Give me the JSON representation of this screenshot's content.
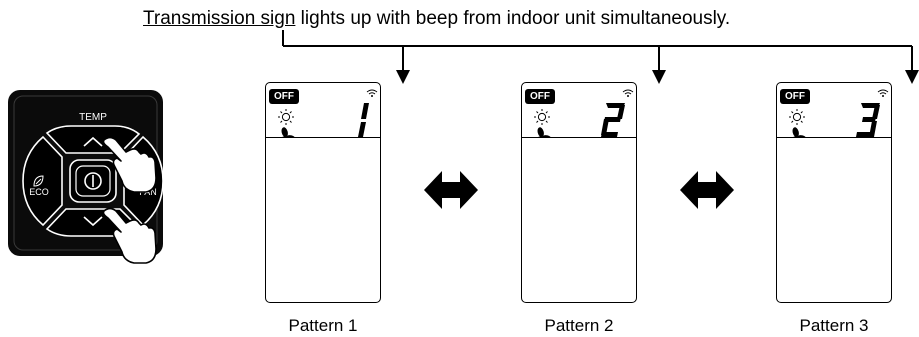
{
  "caption": {
    "emph": "Transmission sign",
    "rest": " lights up with beep from indoor unit simultaneously."
  },
  "remote": {
    "temp_label": "TEMP",
    "eco_label": "ECO",
    "fan_label": "FAN"
  },
  "off_label": "OFF",
  "patterns": [
    {
      "label": "Pattern 1",
      "digit": "1"
    },
    {
      "label": "Pattern 2",
      "digit": "2"
    },
    {
      "label": "Pattern 3",
      "digit": "3"
    }
  ]
}
